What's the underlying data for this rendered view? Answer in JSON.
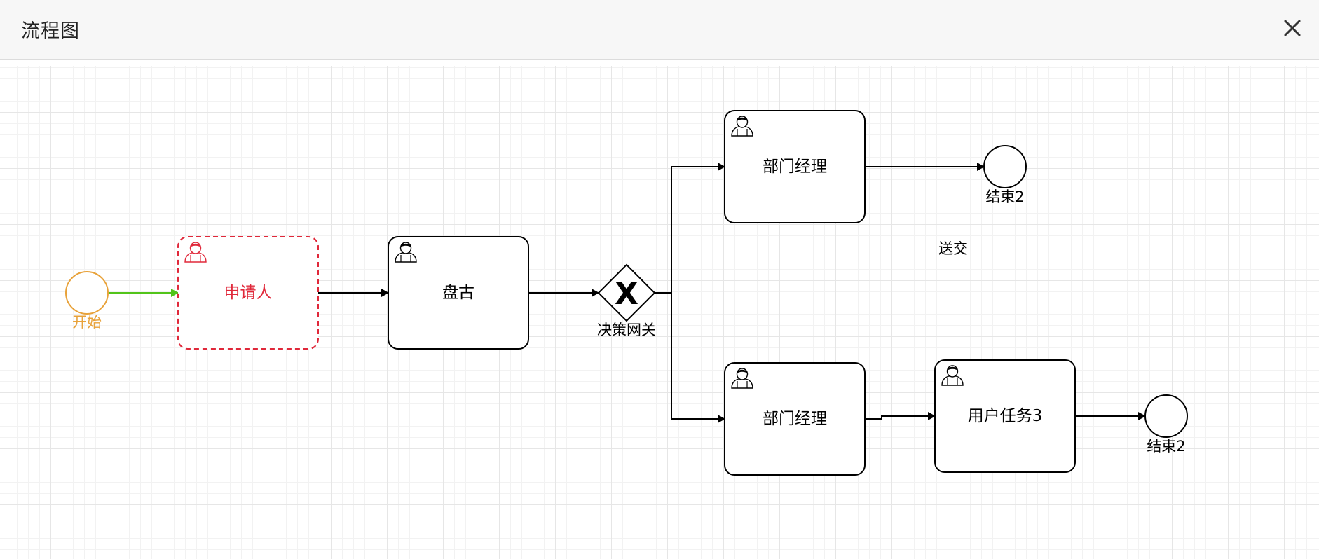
{
  "header": {
    "title": "流程图",
    "close_icon": "close-icon"
  },
  "diagram": {
    "start_event": {
      "label": "开始",
      "color": "#e8a23a"
    },
    "task_applicant": {
      "label": "申请人",
      "color": "#e0283a",
      "status": "current"
    },
    "task_pangu": {
      "label": "盘古"
    },
    "gateway": {
      "label": "决策网关",
      "type": "exclusive",
      "marker": "X"
    },
    "task_dept_manager_top": {
      "label": "部门经理"
    },
    "task_dept_manager_bottom": {
      "label": "部门经理"
    },
    "task_user3": {
      "label": "用户任务3"
    },
    "end_event_top": {
      "label": "结束2"
    },
    "end_event_bottom": {
      "label": "结束2"
    },
    "flow_label": {
      "text": "送交"
    },
    "colors": {
      "completed_flow": "#52c41a",
      "default_stroke": "#000000",
      "current": "#e0283a",
      "start": "#e8a23a"
    }
  }
}
